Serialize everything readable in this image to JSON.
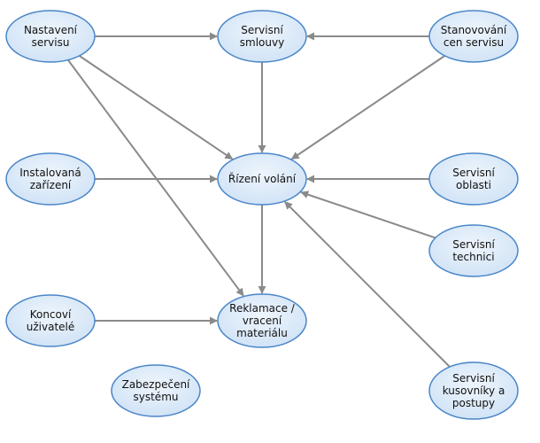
{
  "colors": {
    "node_fill_light": "#eef5fc",
    "node_fill_dark": "#cfe2f6",
    "node_stroke": "#4a86c8",
    "edge": "#8a8a8a",
    "text": "#111111"
  },
  "nodes": [
    {
      "id": "nastaveni",
      "lines": [
        "Nastavení",
        "servisu"
      ]
    },
    {
      "id": "smlouvy",
      "lines": [
        "Servisní",
        "smlouvy"
      ]
    },
    {
      "id": "ceny",
      "lines": [
        "Stanovování",
        "cen servisu"
      ]
    },
    {
      "id": "instalovana",
      "lines": [
        "Instalovaná",
        "zařízení"
      ]
    },
    {
      "id": "rizeni",
      "lines": [
        "Řízení volání"
      ]
    },
    {
      "id": "oblasti",
      "lines": [
        "Servisní",
        "oblasti"
      ]
    },
    {
      "id": "technici",
      "lines": [
        "Servisní",
        "technici"
      ]
    },
    {
      "id": "koncovi",
      "lines": [
        "Koncoví",
        "uživatelé"
      ]
    },
    {
      "id": "reklamace",
      "lines": [
        "Reklamace /",
        "vracení",
        "materiálu"
      ]
    },
    {
      "id": "zabezpeceni",
      "lines": [
        "Zabezpečení",
        "systému"
      ]
    },
    {
      "id": "kusovniky",
      "lines": [
        "Servisní",
        "kusovníky a",
        "postupy"
      ]
    }
  ],
  "edges": [
    {
      "from": "nastaveni",
      "to": "smlouvy"
    },
    {
      "from": "ceny",
      "to": "smlouvy"
    },
    {
      "from": "smlouvy",
      "to": "rizeni"
    },
    {
      "from": "nastaveni",
      "to": "rizeni"
    },
    {
      "from": "nastaveni",
      "to": "reklamace"
    },
    {
      "from": "ceny",
      "to": "rizeni"
    },
    {
      "from": "instalovana",
      "to": "rizeni"
    },
    {
      "from": "oblasti",
      "to": "rizeni"
    },
    {
      "from": "technici",
      "to": "rizeni"
    },
    {
      "from": "kusovniky",
      "to": "rizeni"
    },
    {
      "from": "rizeni",
      "to": "reklamace"
    },
    {
      "from": "koncovi",
      "to": "reklamace"
    }
  ]
}
